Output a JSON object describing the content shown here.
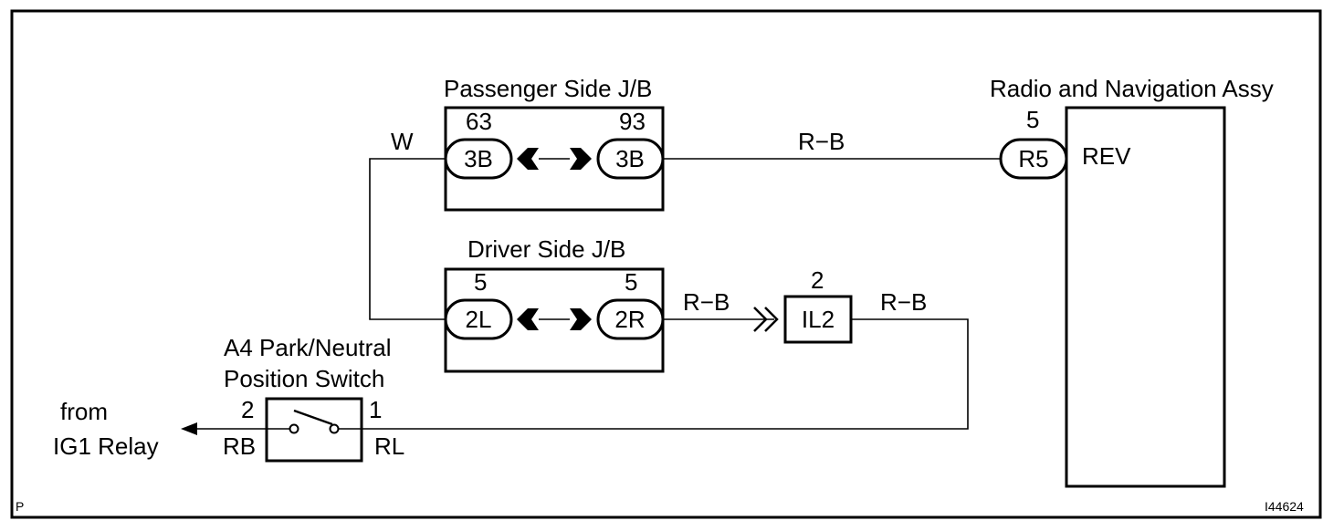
{
  "junction_blocks": {
    "passenger": {
      "title": "Passenger Side J/B",
      "left_pin": "63",
      "left_connector": "3B",
      "right_pin": "93",
      "right_connector": "3B"
    },
    "driver": {
      "title": "Driver Side J/B",
      "left_pin": "5",
      "left_connector": "2L",
      "right_pin": "5",
      "right_connector": "2R"
    }
  },
  "radio": {
    "title": "Radio and Navigation Assy",
    "pin": "5",
    "connector": "R5",
    "terminal": "REV"
  },
  "il2": {
    "pin": "2",
    "connector": "IL2"
  },
  "switch": {
    "title_line1": "A4 Park/Neutral",
    "title_line2": "Position Switch",
    "pin_left": "2",
    "pin_right": "1"
  },
  "source": {
    "line1": "from",
    "line2": "IG1 Relay"
  },
  "wires": {
    "w": "W",
    "rb_top": "R−B",
    "rb_mid": "R−B",
    "rb_right": "R−B",
    "rb_left": "RB",
    "rl": "RL"
  },
  "footer": {
    "left": "P",
    "right": "I44624"
  }
}
